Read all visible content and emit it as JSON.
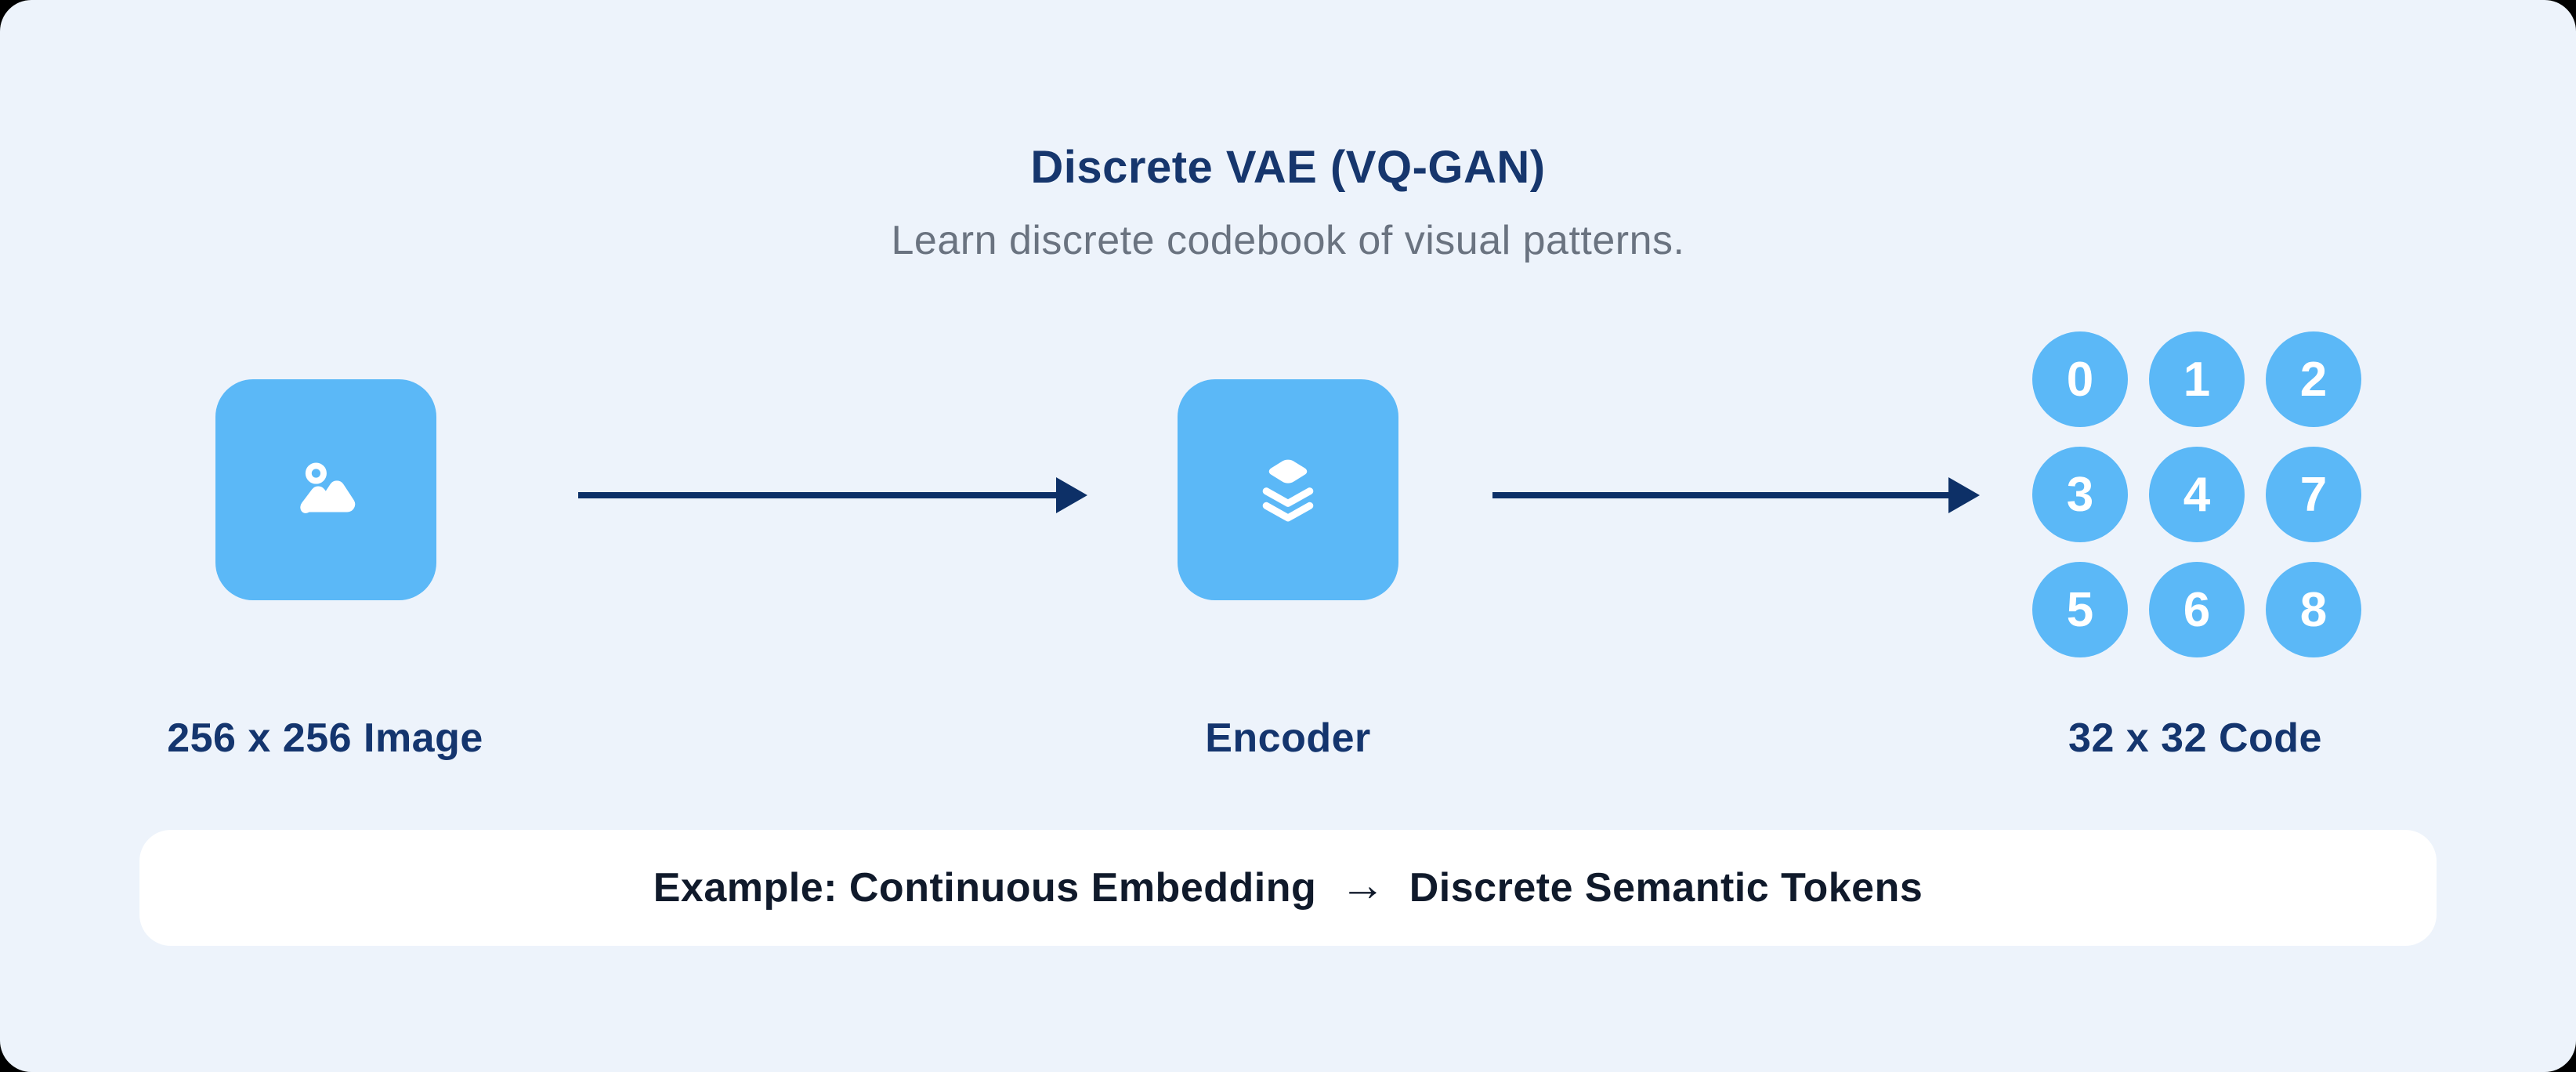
{
  "colors": {
    "canvas_background": "#000000",
    "panel_background": "#edf3fb",
    "accent_blue": "#5bb8f7",
    "title_navy": "#16366d",
    "subtitle_gray": "#6a7380",
    "label_navy": "#14356e",
    "arrow_navy": "#0d3067",
    "banner_background": "#ffffff",
    "banner_text": "#101a2b",
    "icon_white": "#ffffff"
  },
  "header": {
    "title": "Discrete VAE (VQ-GAN)",
    "subtitle": "Learn discrete codebook of visual patterns."
  },
  "stages": {
    "input": {
      "label": "256 x 256 Image",
      "icon": "image-icon"
    },
    "encoder": {
      "label": "Encoder",
      "icon": "layers-icon"
    },
    "code": {
      "label": "32 x 32 Code",
      "tokens": [
        "0",
        "1",
        "2",
        "3",
        "4",
        "7",
        "5",
        "6",
        "8"
      ]
    }
  },
  "flow": {
    "arrow_icon": "arrow-right-icon"
  },
  "banner": {
    "prefix": "Example: Continuous Embedding",
    "arrow": "→",
    "suffix": "Discrete Semantic Tokens"
  }
}
